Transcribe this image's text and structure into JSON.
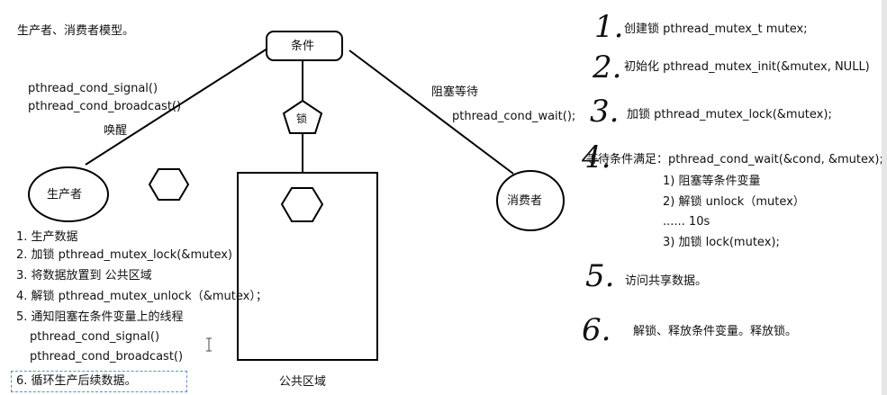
{
  "title": "生产者、消费者模型。",
  "diagram": {
    "condition_label": "条件",
    "lock_label": "锁",
    "producer_label": "生产者",
    "consumer_label": "消费者",
    "shared_area_label": "公共区域",
    "signal_call": "pthread_cond_signal()",
    "broadcast_call": "pthread_cond_broadcast()",
    "wake_label": "唤醒",
    "block_wait_label": "阻塞等待",
    "wait_call": "pthread_cond_wait();"
  },
  "producer_steps": [
    "1.  生产数据",
    "2. 加锁 pthread_mutex_lock(&mutex)",
    "3. 将数据放置到 公共区域",
    "4. 解锁 pthread_mutex_unlock（&mutex）；",
    "5. 通知阻塞在条件变量上的线程",
    "pthread_cond_signal()",
    "pthread_cond_broadcast()",
    "6. 循环生产后续数据。"
  ],
  "consumer_steps": {
    "s1_num": "1.",
    "s1": "创建锁  pthread_mutex_t mutex;",
    "s2_num": "2.",
    "s2": "初始化 pthread_mutex_init(&mutex, NULL)",
    "s3_num": "3.",
    "s3": "加锁 pthread_mutex_lock(&mutex);",
    "s4_num": "4.",
    "s4": "等待条件满足：pthread_cond_wait(&cond, &mutex);",
    "s4_sub": [
      "1) 阻塞等条件变量",
      "2)  解锁 unlock（mutex）",
      "...... 10s",
      "3) 加锁 lock(mutex);"
    ],
    "s5_num": "5.",
    "s5": "访问共享数据。",
    "s6_num": "6.",
    "s6": "解锁、释放条件变量。释放锁。"
  }
}
